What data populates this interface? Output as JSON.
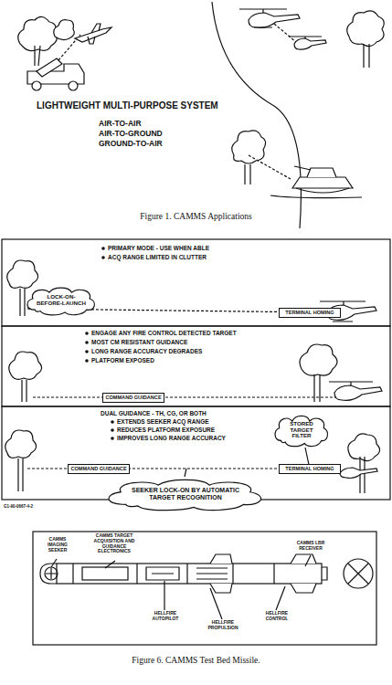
{
  "diagram": {
    "caption": "Figure 1. CAMMS Applications",
    "nodes": [
      {
        "text": [
          "LOCK-ON-BEFORE-LAUNCH"
        ]
      },
      {
        "text": [
          "TERMINAL HOMING"
        ]
      },
      {
        "text": [
          "COMMAND GUIDANCE"
        ]
      },
      {
        "text": [
          "COMMAND GUIDANCE"
        ]
      },
      {
        "text": [
          "TERMINAL HOMING"
        ]
      },
      {
        "text": [
          "STORED TARGET FILTER"
        ]
      },
      {
        "text": [
          "SEEKER LOCK-ON BY AUTOMATIC TARGET RECOGNITION"
        ]
      }
    ],
    "edges": [
      {
        "from": 5,
        "to": 4,
        "arrow": "none"
      }
    ],
    "labels": [
      "LIGHTWEIGHT MULTI-PURPOSE SYSTEM",
      "AIR-TO-AIR",
      "AIR-TO-GROUND",
      "GROUND-TO-AIR",
      "PRIMARY MODE - USE WHEN ABLE",
      "ACQ RANGE LIMITED IN CLUTTER",
      "ENGAGE ANY FIRE CONTROL DETECTED TARGET",
      "MOST CM RESISTANT GUIDANCE",
      "LONG RANGE ACCURACY DEGRADES",
      "PLATFORM EXPOSED",
      "DUAL GUIDANCE - TH, CG, OR BOTH",
      "EXTENDS SEEKER ACQ RANGE",
      "REDUCES PLATFORM EXPOSURE",
      "IMPROVES LONG RANGE ACCURACY",
      "G1-90-0667-4-2",
      "CAMMS IMAGING SEEKER",
      "CAMMS TARGET ACQUISITION AND GUIDANCE ELECTRONICS",
      "CAMMS LBR RECEIVER",
      "HELLFIRE AUTOPILOT",
      "HELLFIRE PROPULSION",
      "HELLFIRE CONTROL",
      "Figure 6. CAMMS Test Bed Missile."
    ]
  }
}
